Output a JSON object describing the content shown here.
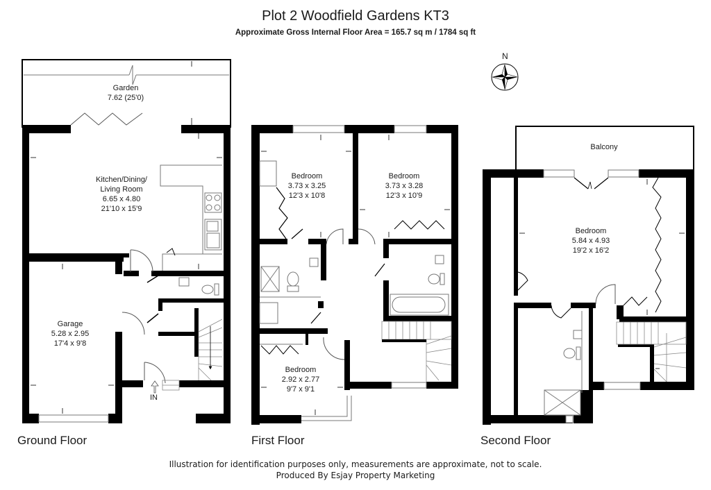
{
  "header": {
    "title": "Plot 2 Woodfield Gardens KT3",
    "subtitle": "Approximate Gross Internal Floor Area = 165.7 sq m / 1784 sq ft"
  },
  "compass": {
    "north_label": "N",
    "icon": "compass-rose-icon"
  },
  "floors": [
    {
      "name": "Ground Floor",
      "rooms": [
        {
          "name": "Garden",
          "metric": "7.62 (25'0)",
          "imperial": ""
        },
        {
          "name": "Kitchen/Dining/",
          "name2": "Living Room",
          "metric": "6.65 x 4.80",
          "imperial": "21'10 x 15'9"
        },
        {
          "name": "Garage",
          "metric": "5.28 x 2.95",
          "imperial": "17'4 x 9'8"
        }
      ],
      "entrance_label": "IN"
    },
    {
      "name": "First Floor",
      "rooms": [
        {
          "name": "Bedroom",
          "metric": "3.73 x 3.25",
          "imperial": "12'3 x 10'8"
        },
        {
          "name": "Bedroom",
          "metric": "3.73 x 3.28",
          "imperial": "12'3 x 10'9"
        },
        {
          "name": "Bedroom",
          "metric": "2.92 x 2.77",
          "imperial": "9'7 x 9'1"
        }
      ]
    },
    {
      "name": "Second Floor",
      "rooms": [
        {
          "name": "Balcony",
          "metric": "",
          "imperial": ""
        },
        {
          "name": "Bedroom",
          "metric": "5.84 x 4.93",
          "imperial": "19'2 x 16'2"
        }
      ]
    }
  ],
  "footer": {
    "disclaimer": "Illustration for identification purposes only, measurements are approximate, not to scale.",
    "credit": "Produced By Esjay Property Marketing"
  },
  "colors": {
    "wall": "#000000",
    "line": "#555555",
    "background": "#ffffff"
  }
}
